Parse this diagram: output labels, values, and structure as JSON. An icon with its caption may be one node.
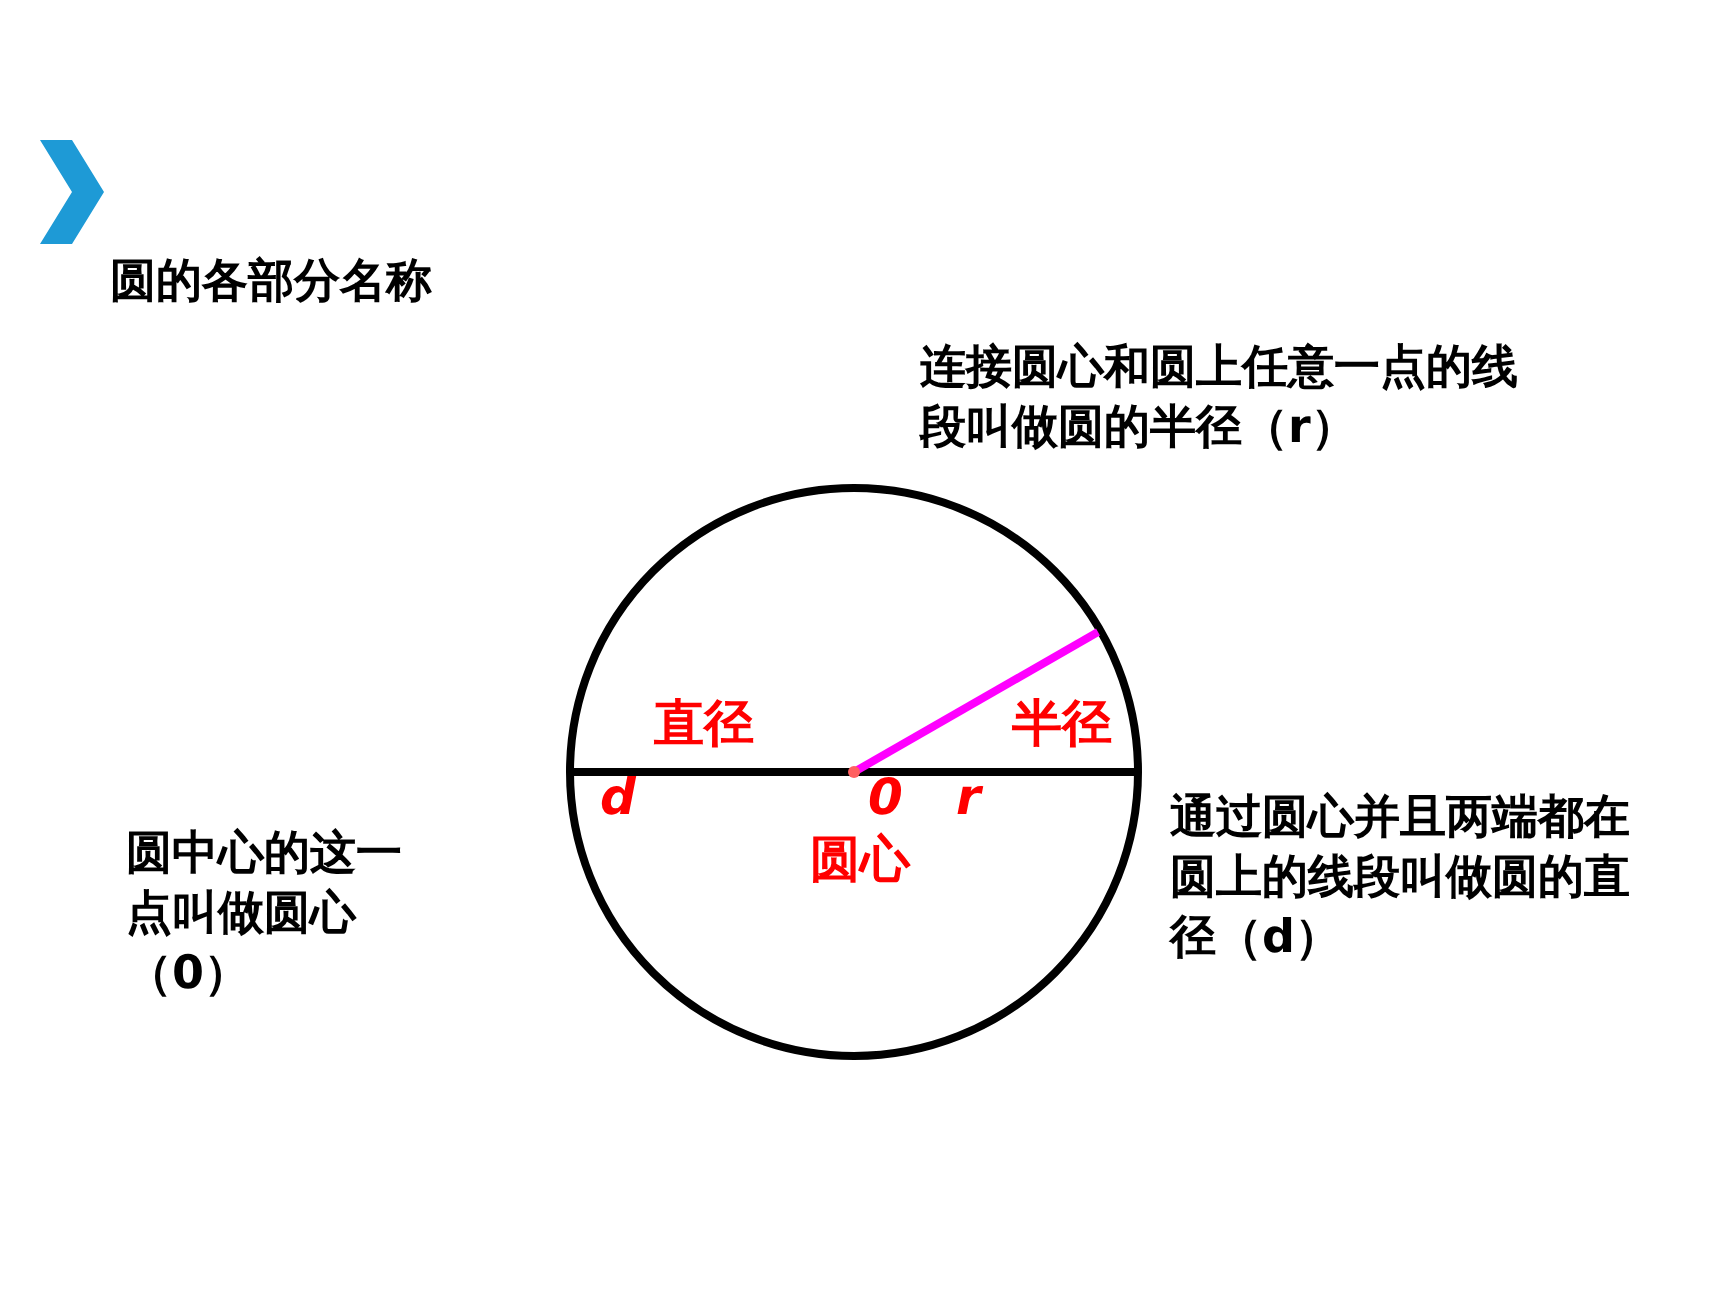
{
  "diagram": {
    "title": "圆的各部分名称",
    "labels": [
      "连接圆心和圆上任意一点的线段叫做圆的半径（r）",
      "直径",
      "半径",
      "d",
      "0",
      "r",
      "圆心",
      "圆中心的这一点叫做圆心（0）",
      "通过圆心并且两端都在圆上的线段叫做圆的直径（d）"
    ]
  }
}
